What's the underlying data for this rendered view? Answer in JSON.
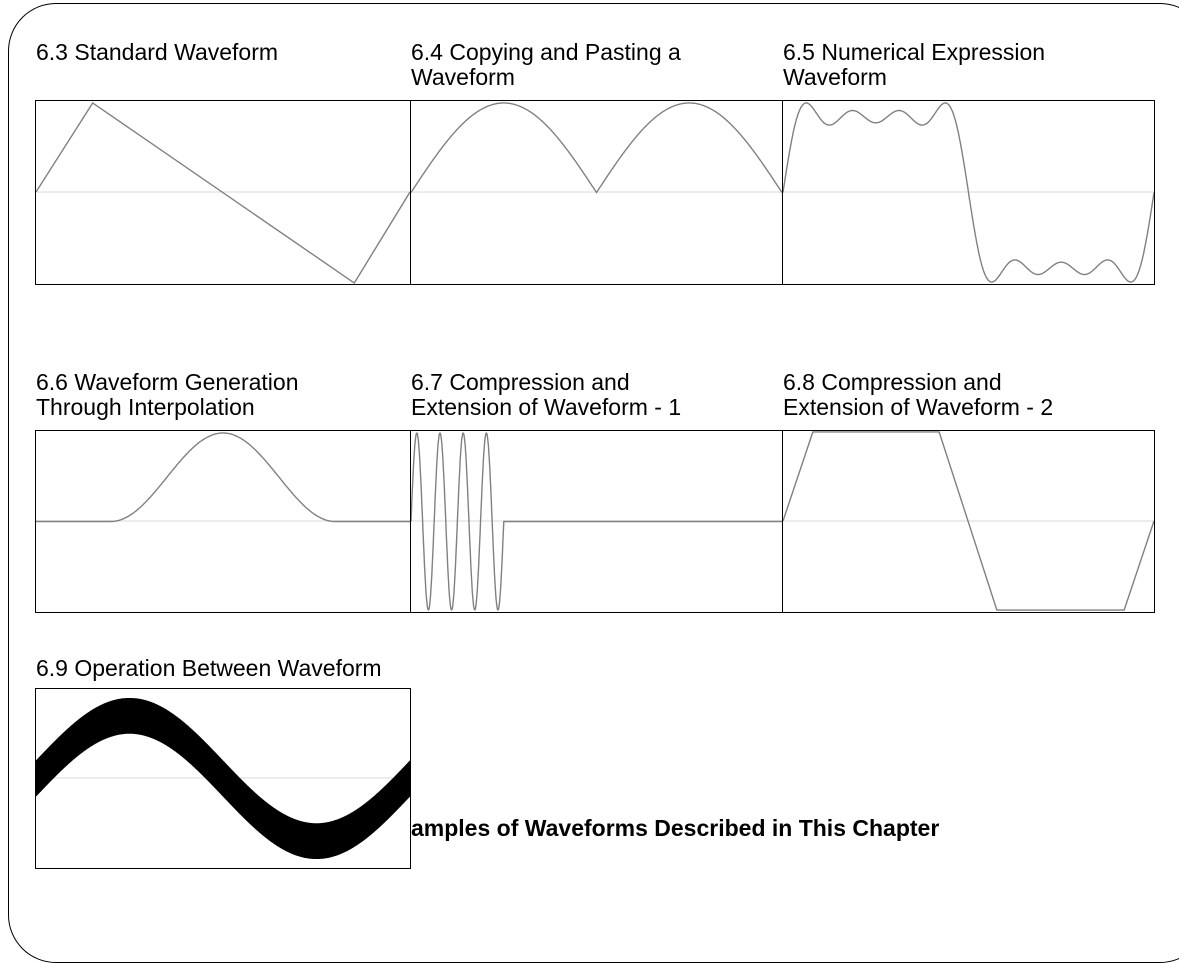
{
  "panels": [
    {
      "id": "standard",
      "title": "6.3 Standard Waveform"
    },
    {
      "id": "copy-paste",
      "title": "6.4 Copying and Pasting a\nWaveform"
    },
    {
      "id": "numerical",
      "title": "6.5 Numerical Expression\nWaveform"
    },
    {
      "id": "interpolation",
      "title": "6.6 Waveform Generation\nThrough Interpolation"
    },
    {
      "id": "compression-1",
      "title": "6.7 Compression and\nExtension of Waveform - 1"
    },
    {
      "id": "compression-2",
      "title": "6.8 Compression and\nExtension of Waveform - 2"
    },
    {
      "id": "operation",
      "title": "6.9 Operation Between Waveform"
    }
  ],
  "caption": "amples of Waveforms Described in This Chapter",
  "colors": {
    "trace": "#808080",
    "zero_line": "#e6e6e6",
    "noise_trace": "#000000",
    "border": "#000000"
  }
}
